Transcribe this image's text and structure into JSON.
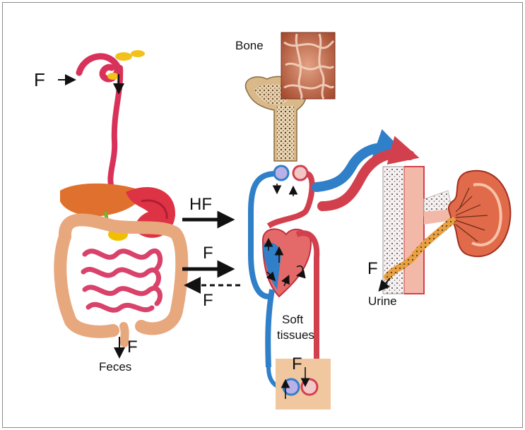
{
  "labels": {
    "f_intake": "F",
    "bone": "Bone",
    "hf": "HF",
    "f_absorb": "F",
    "f_secrete": "F",
    "f_feces": "F",
    "feces": "Feces",
    "soft_tissues_1": "Soft",
    "soft_tissues_2": "tissues",
    "f_tissue": "F",
    "f_urine": "F",
    "urine": "Urine"
  },
  "colors": {
    "artery": "#d2404e",
    "vein": "#2f7fc9",
    "gut": "#e8a07a",
    "kidney": "#e06a4a",
    "bone": "#d9b98a",
    "tissue": "#f1c7a0",
    "ink": "#111111"
  }
}
